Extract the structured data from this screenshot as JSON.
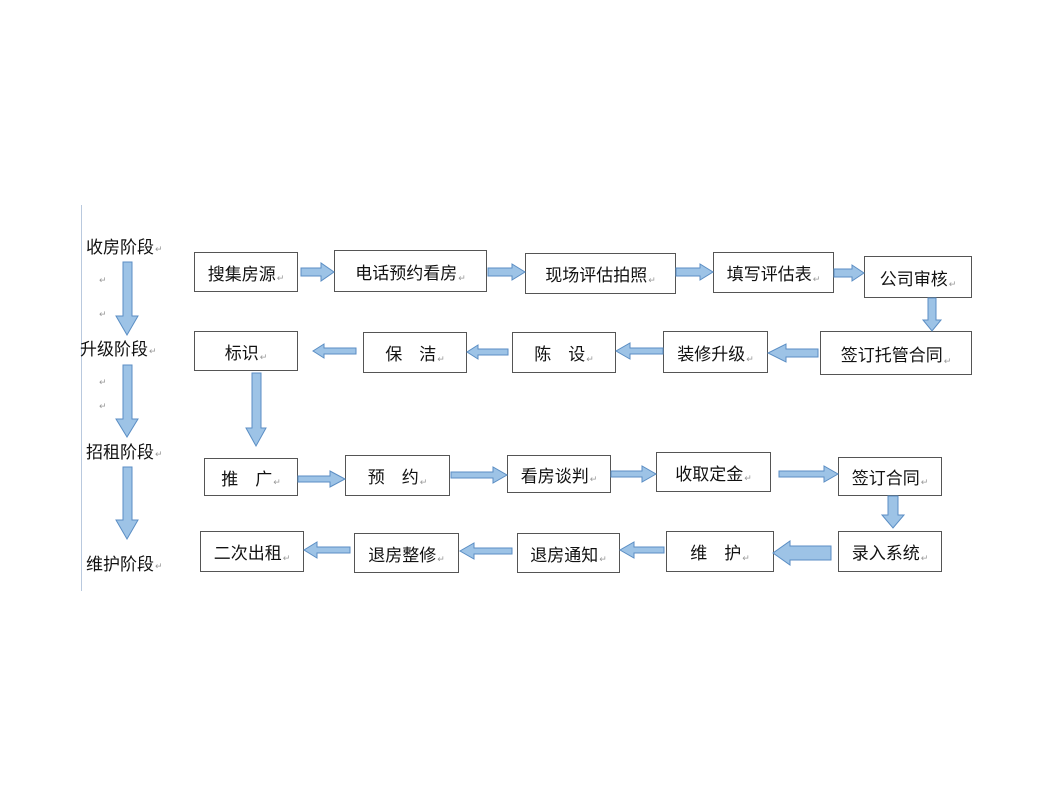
{
  "stages": [
    "收房阶段",
    "升级阶段",
    "招租阶段",
    "维护阶段"
  ],
  "row1": [
    "搜集房源",
    "电话预约看房",
    "现场评估拍照",
    "填写评估表",
    "公司审核"
  ],
  "row2": [
    "签订托管合同",
    "装修升级",
    "陈　设",
    "保　洁",
    "标识"
  ],
  "row3": [
    "推　广",
    "预　约",
    "看房谈判",
    "收取定金",
    "签订合同"
  ],
  "row4": [
    "录入系统",
    "维　护",
    "退房通知",
    "退房整修",
    "二次出租"
  ],
  "paragraph_mark": "↵",
  "colors": {
    "arrow_fill": "#9dc3e6",
    "arrow_stroke": "#5b8ec4",
    "box_border": "#555555",
    "stage_line": "#b9c9de"
  }
}
